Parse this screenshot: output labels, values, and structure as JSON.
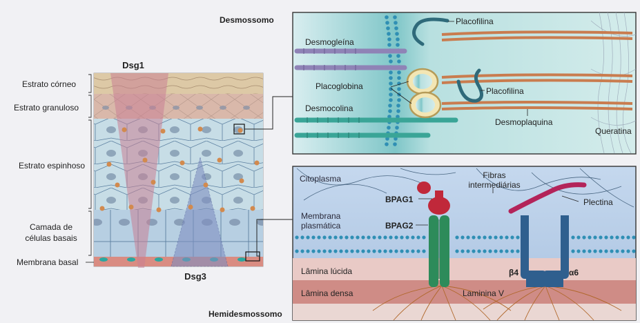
{
  "skin": {
    "dsg1": "Dsg1",
    "dsg3": "Dsg3",
    "layers": {
      "corneo": "Estrato córneo",
      "granuloso": "Estrato granuloso",
      "espinhoso": "Estrato espinhoso",
      "basal_line1": "Camada de",
      "basal_line2": "células basais",
      "membrana_basal": "Membrana basal"
    }
  },
  "desmosome": {
    "title": "Desmossomo",
    "desmogleina": "Desmogleína",
    "placofilina_top": "Placofilina",
    "placoglobina": "Placoglobina",
    "placofilina_mid": "Placofilina",
    "desmocolina": "Desmocolina",
    "desmoplaquina": "Desmoplaquina",
    "queratina": "Queratina"
  },
  "hemidesmosome": {
    "title": "Hemidesmossomo",
    "citoplasma": "Citoplasma",
    "fibras_line1": "Fibras",
    "fibras_line2": "intermediárias",
    "membrana_line1": "Membrana",
    "membrana_line2": "plasmática",
    "bpag1": "BPAG1",
    "bpag2": "BPAG2",
    "plectina": "Plectina",
    "lamina_lucida": "Lâmina lúcida",
    "lamina_densa": "Lâmina densa",
    "beta4": "β4",
    "alpha6": "α6",
    "laminina": "Laminina V"
  },
  "colors": {
    "page": "#f1f1f4",
    "corneo": "#ddc9a6",
    "granuloso": "#d9b8aa",
    "espinhoso": "#c7dde6",
    "basal": "#b7cfe2",
    "dsg1_wedge": "#c97f94",
    "dsg3_wedge": "#7f8fc1",
    "membrane_dots": "#2f8fb4",
    "lamina_lucida": "#e9cac6",
    "lamina_densa": "#cf8c86",
    "desmoglein": "#8f83b6",
    "desmocollin": "#3aa597",
    "desmoplakin": "#c97c4f",
    "integrin": "#2f5f8e",
    "bpag2": "#2d8b5a",
    "bpag1": "#c0283a",
    "plectin": "#b3245a"
  }
}
